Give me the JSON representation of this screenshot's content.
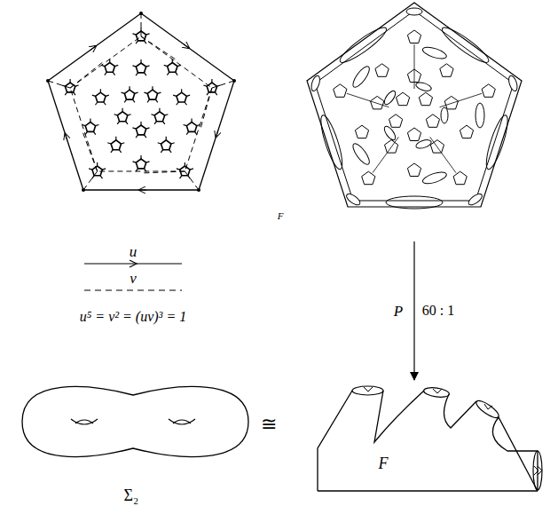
{
  "diagram": {
    "labels": [
      "u",
      "v",
      "u⁵ = v² = (uv)³ = 1",
      "P",
      "60 : 1",
      "F",
      "Σ₂",
      "≅",
      "F"
    ]
  }
}
